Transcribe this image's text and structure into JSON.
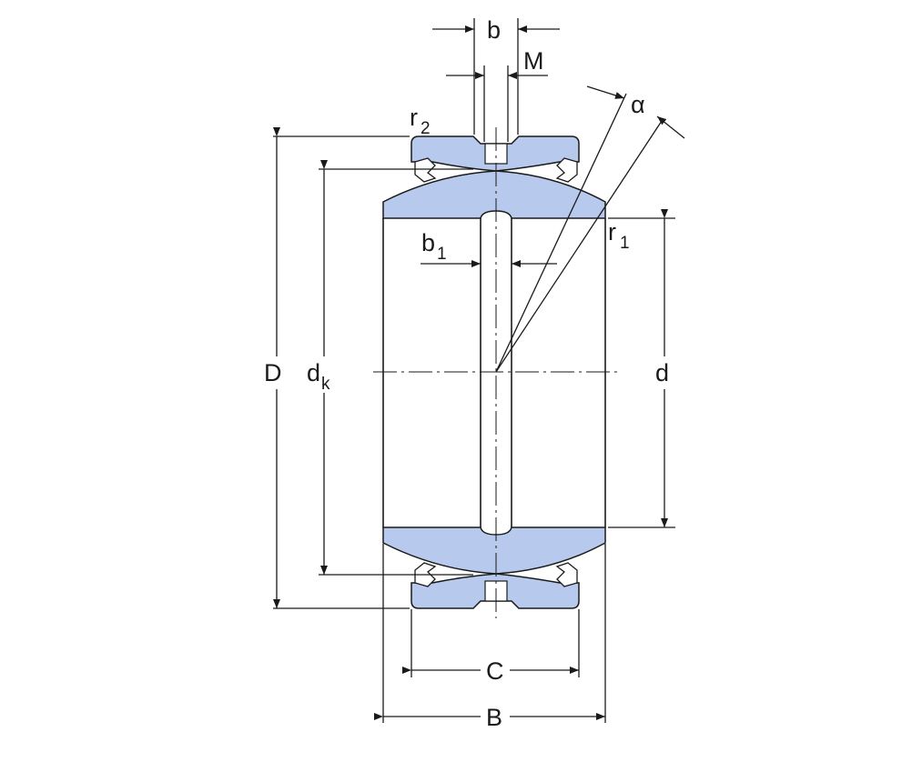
{
  "labels": {
    "b": "b",
    "M": "M",
    "alpha": "α",
    "r2": {
      "main": "r",
      "sub": "2"
    },
    "r1": {
      "main": "r",
      "sub": "1"
    },
    "b1": {
      "main": "b",
      "sub": "1"
    },
    "D": "D",
    "dk": {
      "main": "d",
      "sub": "k"
    },
    "d": "d",
    "C": "C",
    "B": "B"
  },
  "colors": {
    "ring_fill": "#b7c9ec",
    "line": "#1a1a1a",
    "background": "#ffffff"
  }
}
